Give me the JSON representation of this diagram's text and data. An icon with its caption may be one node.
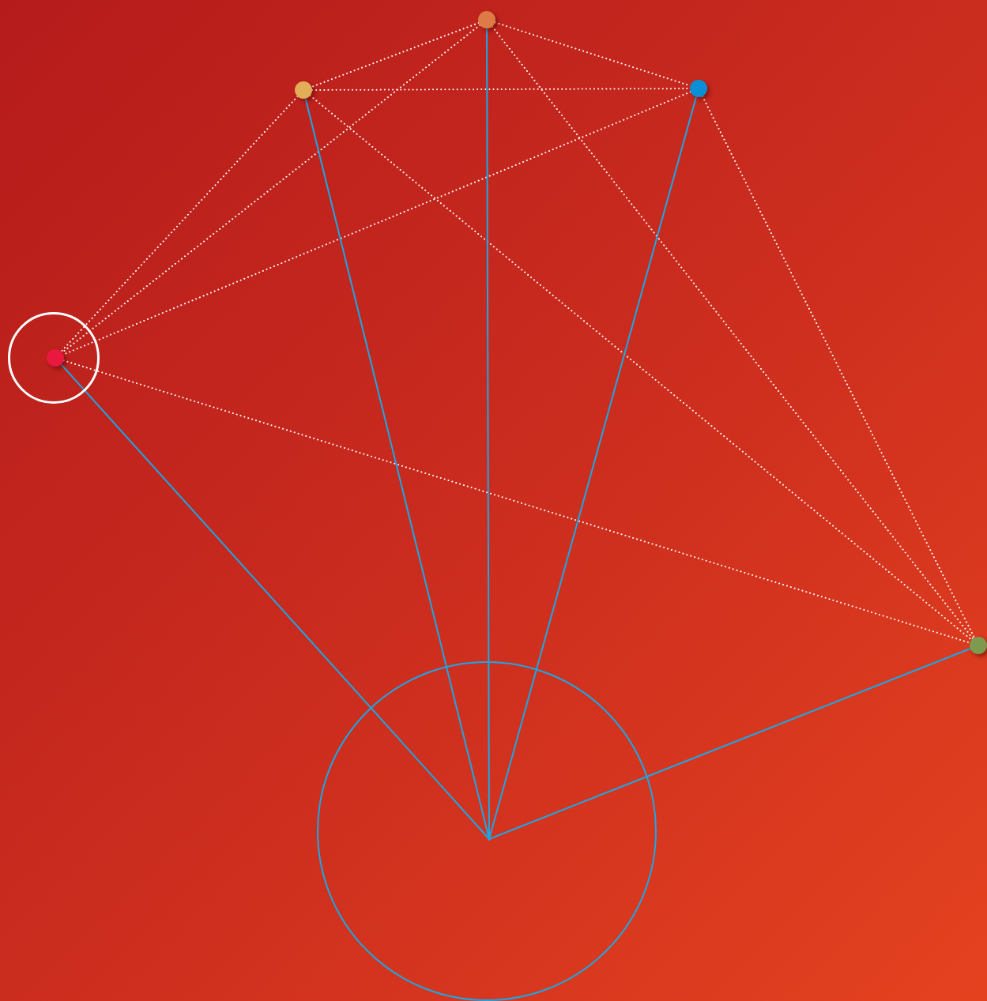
{
  "diagram": {
    "nodes": [
      {
        "text": [],
        "shape": "circle"
      },
      {
        "text": [],
        "shape": "circle"
      },
      {
        "text": [],
        "shape": "circle"
      },
      {
        "text": [],
        "shape": "circle"
      },
      {
        "text": [],
        "shape": "circle",
        "in": 3
      },
      {
        "text": [],
        "shape": "circle"
      },
      {
        "text": [],
        "shape": "circle"
      },
      {
        "text": [],
        "shape": "circle",
        "in": 6
      }
    ],
    "edges": [
      {
        "from": 0,
        "to": 1,
        "arrow": "none",
        "style": "dashed"
      },
      {
        "from": 0,
        "to": 2,
        "arrow": "none",
        "style": "dashed"
      },
      {
        "from": 0,
        "to": 4,
        "arrow": "none",
        "style": "dashed"
      },
      {
        "from": 0,
        "to": 5,
        "arrow": "none",
        "style": "dashed"
      },
      {
        "from": 1,
        "to": 2,
        "arrow": "none",
        "style": "dashed"
      },
      {
        "from": 1,
        "to": 4,
        "arrow": "none",
        "style": "dashed"
      },
      {
        "from": 1,
        "to": 5,
        "arrow": "none",
        "style": "dashed"
      },
      {
        "from": 2,
        "to": 4,
        "arrow": "none",
        "style": "dashed"
      },
      {
        "from": 2,
        "to": 5,
        "arrow": "none",
        "style": "dashed"
      },
      {
        "from": 4,
        "to": 5,
        "arrow": "none",
        "style": "dashed"
      },
      {
        "from": 4,
        "to": 7,
        "arrow": "none",
        "color": "#1aa8e6"
      },
      {
        "from": 1,
        "to": 7,
        "arrow": "none",
        "color": "#1aa8e6"
      },
      {
        "from": 0,
        "to": 7,
        "arrow": "none",
        "color": "#1aa8e6"
      },
      {
        "from": 2,
        "to": 7,
        "arrow": "none",
        "color": "#1aa8e6"
      },
      {
        "from": 5,
        "to": 7,
        "arrow": "none",
        "color": "#1aa8e6"
      }
    ]
  }
}
